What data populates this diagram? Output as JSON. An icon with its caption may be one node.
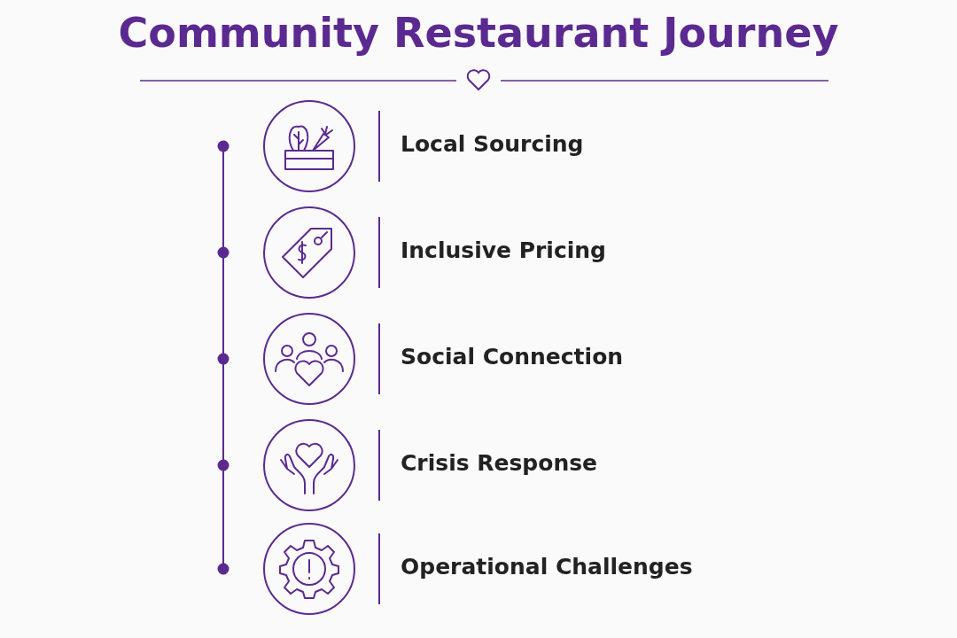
{
  "diagram": {
    "title": "Community Restaurant Journey",
    "nodes": [
      {
        "text": [
          "Local Sourcing"
        ]
      },
      {
        "text": [
          "Inclusive Pricing"
        ]
      },
      {
        "text": [
          "Social Connection"
        ]
      },
      {
        "text": [
          "Crisis Response"
        ]
      },
      {
        "text": [
          "Operational Challenges"
        ]
      }
    ]
  }
}
